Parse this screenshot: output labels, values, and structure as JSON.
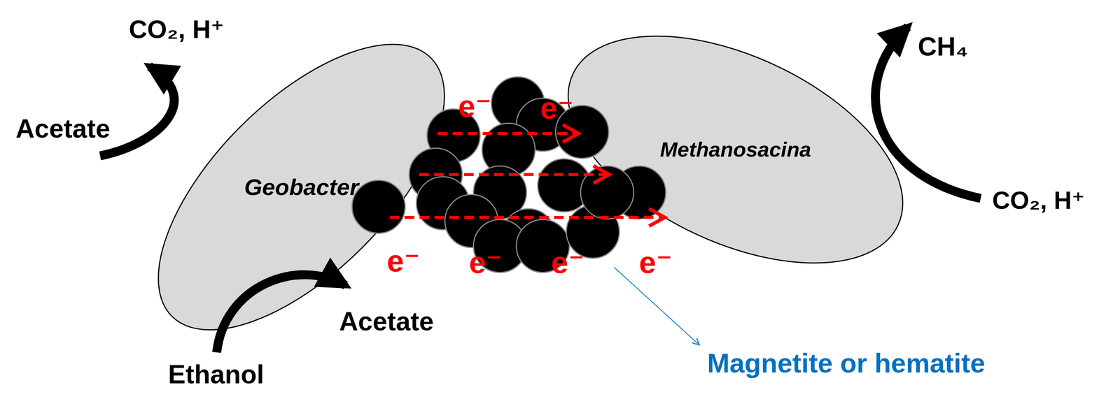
{
  "diagram": {
    "nodes": [
      {
        "text": [
          "Geobacter"
        ]
      },
      {
        "text": [
          "Methanosacina"
        ]
      }
    ],
    "edges": [
      {
        "from": 0,
        "to": 1,
        "arrow": "to"
      },
      {
        "from": 0,
        "to": 1,
        "arrow": "to"
      },
      {
        "from": 0,
        "to": 1,
        "arrow": "to"
      }
    ],
    "labels": [
      "CO₂, H⁺",
      "Acetate",
      "Acetate",
      "Ethanol",
      "CH₄",
      "CO₂, H⁺",
      "e⁻",
      "e⁻",
      "e⁻",
      "e⁻",
      "e⁻",
      "e⁻",
      "Magnetite or hematite"
    ]
  }
}
